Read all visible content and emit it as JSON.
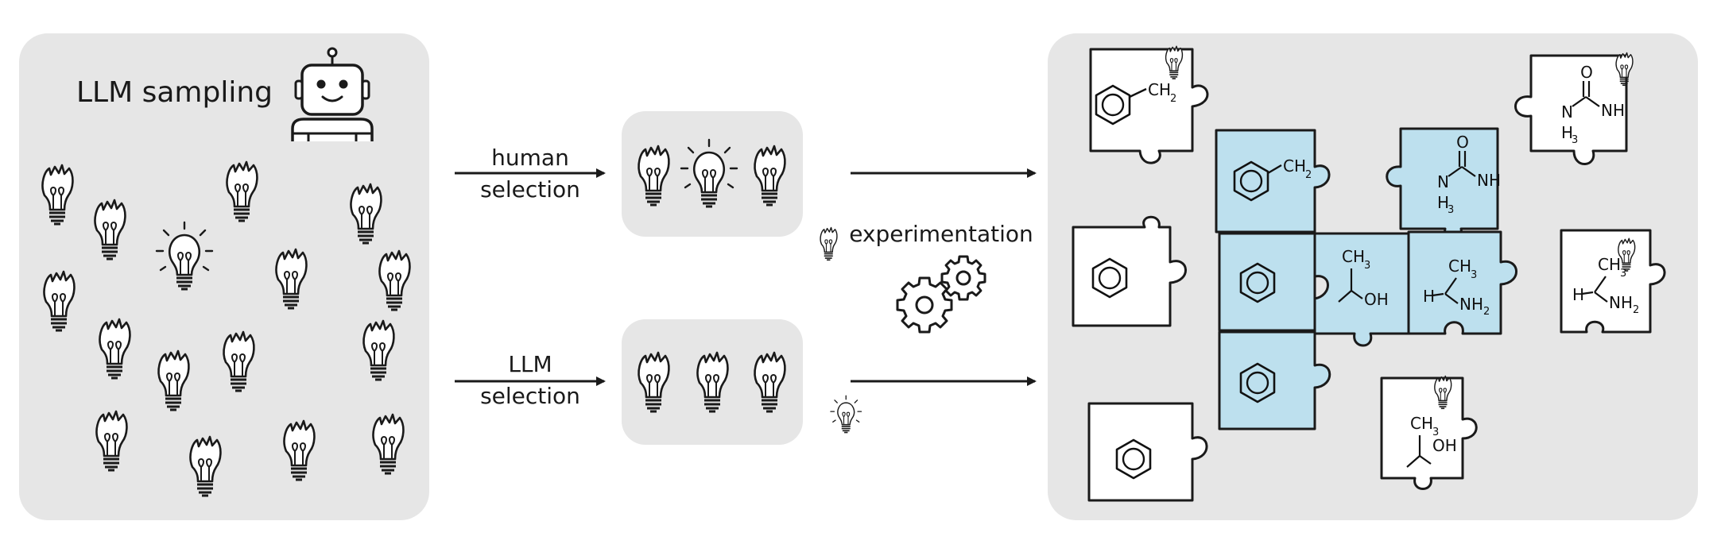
{
  "sampling": {
    "title": "LLM sampling",
    "robot_icon": "robot-icon",
    "bulb_icon": "lightbulb-icon"
  },
  "human_selection": {
    "line1": "human",
    "line2": "selection"
  },
  "llm_selection": {
    "line1": "LLM",
    "line2": "selection"
  },
  "experimentation": {
    "label": "experimentation",
    "icon": "gears-icon"
  },
  "chemistry": {
    "ch2": "CH",
    "sub2": "2",
    "ch3": "CH",
    "sub3": "3",
    "oh": "OH",
    "nh": "NH",
    "n": "N",
    "h": "H",
    "nh2": "NH",
    "nh2_sub": "2",
    "o": "O"
  },
  "colors": {
    "panel": "#e6e6e6",
    "tile_blue": "#bde0ee",
    "tile_white": "#ffffff",
    "ink": "#1a1a1a"
  }
}
